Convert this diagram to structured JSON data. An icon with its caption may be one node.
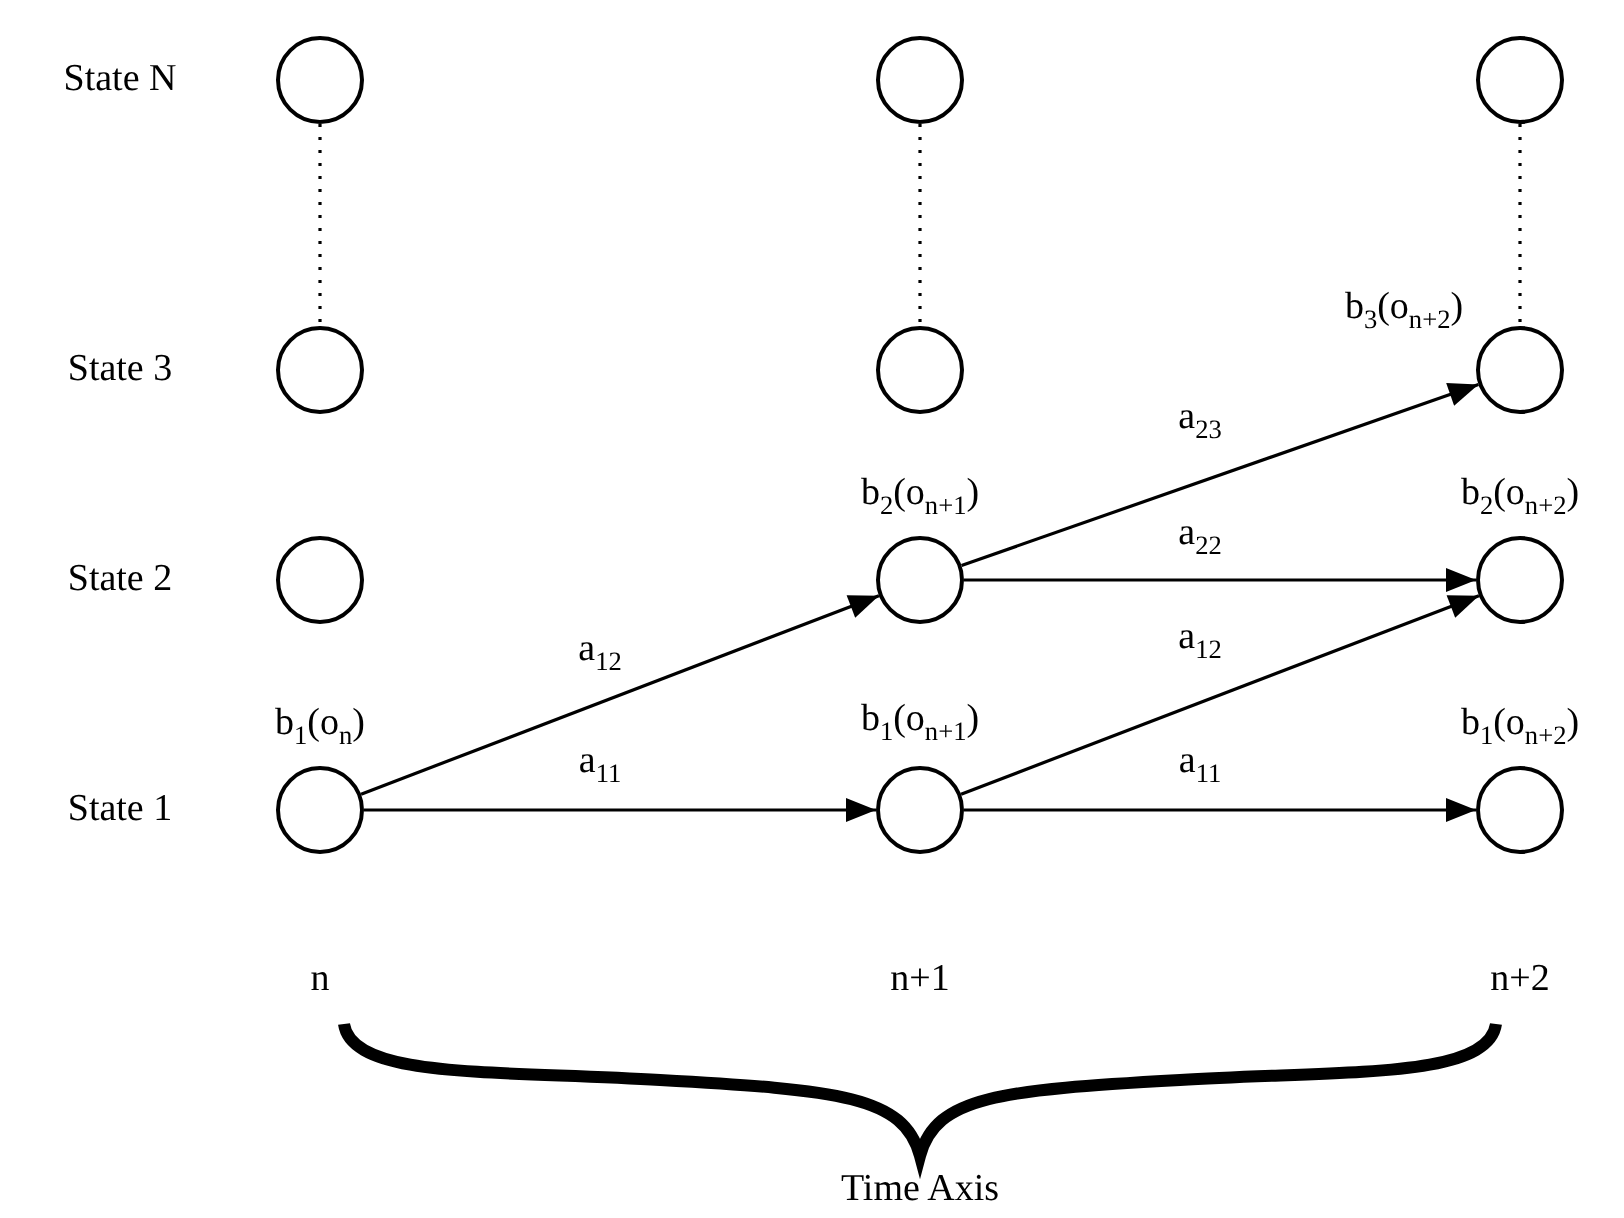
{
  "diagram": {
    "nodes": [
      {
        "text": [],
        "shape": "circle"
      },
      {
        "text": [],
        "shape": "circle"
      },
      {
        "text": [],
        "shape": "circle"
      },
      {
        "text": [],
        "shape": "circle"
      },
      {
        "text": [],
        "shape": "circle"
      },
      {
        "text": [],
        "shape": "circle",
        "beside": [
          "b$_{3}$(o$_{n+2}$)"
        ]
      },
      {
        "text": [],
        "shape": "circle"
      },
      {
        "text": [],
        "shape": "circle",
        "beside": [
          "b$_{2}$(o$_{n+1}$)"
        ]
      },
      {
        "text": [],
        "shape": "circle",
        "beside": [
          "b$_{2}$(o$_{n+2}$)"
        ]
      },
      {
        "text": [],
        "shape": "circle",
        "beside": [
          "b$_{1}$(o$_{n}$)"
        ]
      },
      {
        "text": [],
        "shape": "circle",
        "beside": [
          "b$_{1}$(o$_{n+1}$)"
        ]
      },
      {
        "text": [],
        "shape": "circle",
        "beside": [
          "b$_{1}$(o$_{n+2}$)"
        ]
      }
    ],
    "edges": [
      {
        "from": 0,
        "to": 3,
        "arrow": "none",
        "style": "dashed"
      },
      {
        "from": 1,
        "to": 4,
        "arrow": "none",
        "style": "dashed"
      },
      {
        "from": 2,
        "to": 5,
        "arrow": "none",
        "style": "dashed"
      },
      {
        "from": 9,
        "to": 7,
        "arrow": "to",
        "label": "a$_{12}$"
      },
      {
        "from": 9,
        "to": 10,
        "arrow": "to",
        "label": "a$_{11}$"
      },
      {
        "from": 7,
        "to": 5,
        "arrow": "to",
        "label": "a$_{23}$"
      },
      {
        "from": 7,
        "to": 8,
        "arrow": "to",
        "label": "a$_{22}$"
      },
      {
        "from": 10,
        "to": 8,
        "arrow": "to",
        "label": "a$_{12}$"
      },
      {
        "from": 10,
        "to": 11,
        "arrow": "to",
        "label": "a$_{11}$"
      }
    ],
    "labels": [
      "State N",
      "State 3",
      "State 2",
      "State 1",
      "n",
      "n+1",
      "n+2",
      "Time Axis"
    ]
  }
}
